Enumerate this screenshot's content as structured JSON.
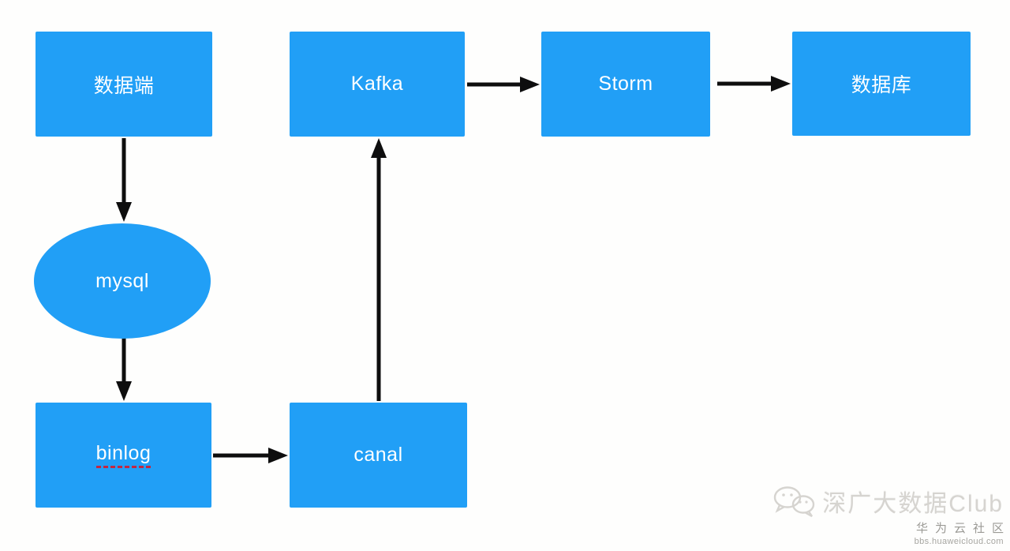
{
  "diagram": {
    "nodes": [
      {
        "id": "source",
        "label": "数据端",
        "shape": "rect"
      },
      {
        "id": "kafka",
        "label": "Kafka",
        "shape": "rect"
      },
      {
        "id": "storm",
        "label": "Storm",
        "shape": "rect"
      },
      {
        "id": "database",
        "label": "数据库",
        "shape": "rect"
      },
      {
        "id": "mysql",
        "label": "mysql",
        "shape": "ellipse"
      },
      {
        "id": "binlog",
        "label": "binlog",
        "shape": "rect",
        "spellcheck_underline": true
      },
      {
        "id": "canal",
        "label": "canal",
        "shape": "rect"
      }
    ],
    "edges": [
      {
        "from": "source",
        "to": "mysql",
        "direction": "down"
      },
      {
        "from": "mysql",
        "to": "binlog",
        "direction": "down"
      },
      {
        "from": "binlog",
        "to": "canal",
        "direction": "right"
      },
      {
        "from": "canal",
        "to": "kafka",
        "direction": "up"
      },
      {
        "from": "kafka",
        "to": "storm",
        "direction": "right"
      },
      {
        "from": "storm",
        "to": "database",
        "direction": "right"
      }
    ],
    "colors": {
      "node_fill": "#219ff6",
      "node_text": "#ffffff",
      "arrow": "#0e0e0e",
      "binlog_underline": "#c22742"
    }
  },
  "watermark": {
    "icon": "wechat-icon",
    "brand": "深广大数据Club",
    "community": "华为云社区",
    "url": "bbs.huaweicloud.com"
  }
}
